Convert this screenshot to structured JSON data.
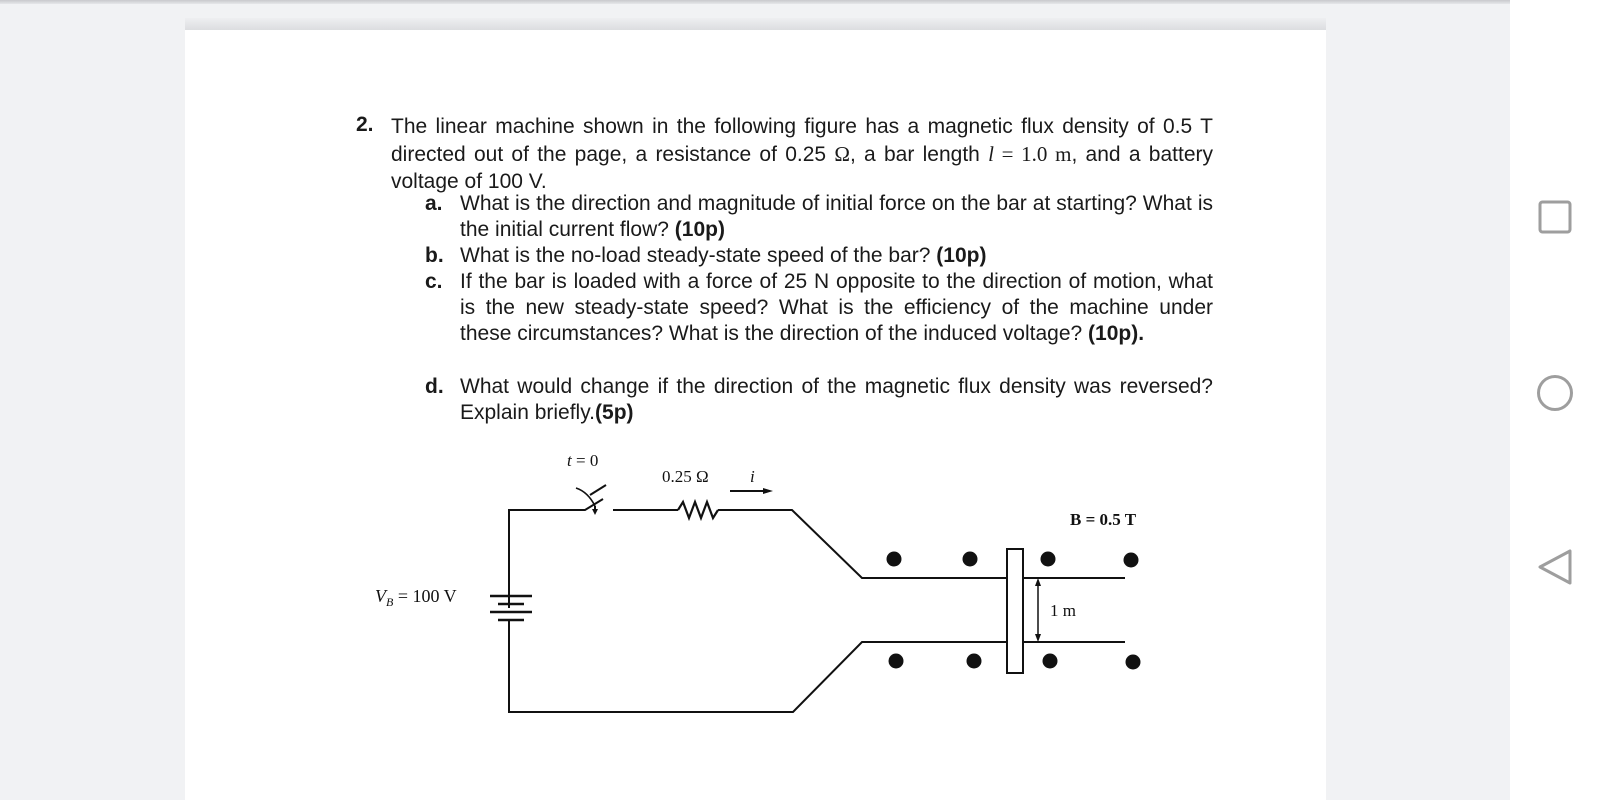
{
  "question": {
    "number": "2.",
    "intro_part1": "The linear machine shown in the following figure has a magnetic flux density of 0.5 T directed out of the page, a resistance of 0.25 ",
    "ohm_symbol": "Ω",
    "intro_part2": ", a bar length ",
    "length_var": "l",
    "length_value": " = 1.0 m",
    "intro_part3": ", and a battery voltage of 100 V.",
    "subquestions": [
      {
        "label": "a.",
        "text": "What is the direction and magnitude of initial force on the bar at starting? What is the initial current flow?",
        "points": "(10p)"
      },
      {
        "label": "b.",
        "text": "What is the no-load steady-state speed of the bar?",
        "points": "(10p)"
      },
      {
        "label": "c.",
        "text": "If the bar is loaded with a force of 25 N opposite to the direction of motion, what is the new steady-state speed? What is the efficiency of the machine under these circumstances? What is the direction of the induced voltage?",
        "points": "(10p)."
      },
      {
        "label": "d.",
        "text": "What would change if the direction of the magnetic flux density was reversed? Explain briefly.",
        "points": "(5p)"
      }
    ]
  },
  "figure": {
    "switch_label": "t = 0",
    "resistor_label": "0.25 Ω",
    "current_label": "i",
    "battery_label": "V",
    "battery_sub": "B",
    "battery_value": " = 100 V",
    "field_label": "B = 0.5 T",
    "bar_length_label": "1 m",
    "wire_color": "#111111"
  },
  "navbar": {
    "buttons": [
      {
        "name": "recents",
        "icon": "square-icon"
      },
      {
        "name": "home",
        "icon": "circle-icon"
      },
      {
        "name": "back",
        "icon": "triangle-back-icon"
      }
    ],
    "icon_color": "#9e9e9e"
  }
}
